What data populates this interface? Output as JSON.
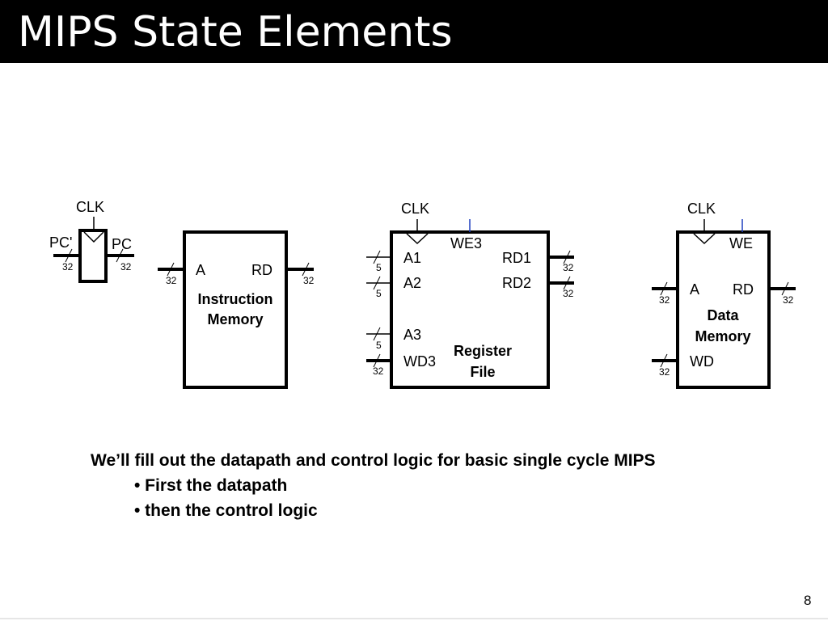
{
  "slide": {
    "title": "MIPS State Elements",
    "page_number": "8"
  },
  "pc": {
    "clk": "CLK",
    "input": "PC'",
    "output": "PC",
    "in_width": "32",
    "out_width": "32"
  },
  "imem": {
    "port_a": "A",
    "port_rd": "RD",
    "name_line1": "Instruction",
    "name_line2": "Memory",
    "a_width": "32",
    "rd_width": "32"
  },
  "regfile": {
    "clk": "CLK",
    "we3": "WE3",
    "a1": "A1",
    "a2": "A2",
    "a3": "A3",
    "wd3": "WD3",
    "rd1": "RD1",
    "rd2": "RD2",
    "name_line1": "Register",
    "name_line2": "File",
    "a1_width": "5",
    "a2_width": "5",
    "a3_width": "5",
    "wd3_width": "32",
    "rd1_width": "32",
    "rd2_width": "32"
  },
  "dmem": {
    "clk": "CLK",
    "we": "WE",
    "port_a": "A",
    "port_rd": "RD",
    "port_wd": "WD",
    "name_line1": "Data",
    "name_line2": "Memory",
    "a_width": "32",
    "rd_width": "32",
    "wd_width": "32"
  },
  "caption": {
    "heading": "We’ll fill out the datapath and control logic for basic single cycle MIPS",
    "bullets": [
      "• First the datapath",
      "• then the control logic"
    ]
  },
  "colors": {
    "title_bar": "#000000",
    "write_enable_stub": "#1f3fbf"
  }
}
